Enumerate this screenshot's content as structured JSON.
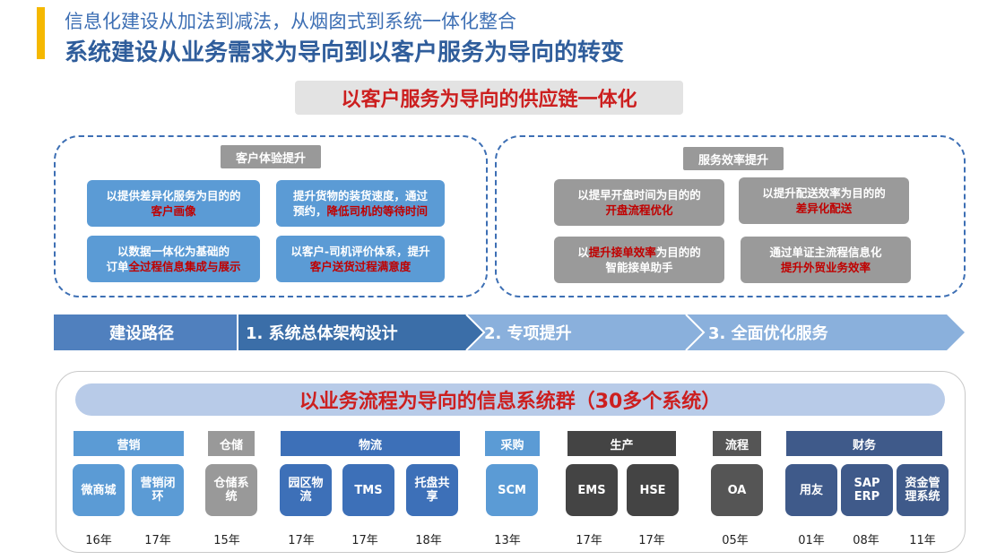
{
  "header": {
    "title_line1": "信息化建设从加法到减法，从烟囱式到系统一体化整合",
    "title_line2": "系统建设从业务需求为导向到以客户服务为导向的转变",
    "accent_color": "#f5b800"
  },
  "top_banner": "以客户服务为导向的供应链一体化",
  "panel_left": {
    "label": "客户体验提升",
    "tiles": [
      {
        "line1_a": "以提供差异化服务为目的的",
        "line1_b": "",
        "line2_a": "",
        "line2_b": "客户画像"
      },
      {
        "line1_a": "提升货物的装货速度，通过",
        "line1_b": "",
        "line2_a": "预约，",
        "line2_b": "降低司机的等待时间"
      },
      {
        "line1_a": "以数据一体化为基础的",
        "line1_b": "",
        "line2_a": "订单",
        "line2_b": "全过程信息集成与展示"
      },
      {
        "line1_a": "以客户-司机评价体系，提升",
        "line1_b": "",
        "line2_a": "",
        "line2_b": "客户送货过程满意度"
      }
    ]
  },
  "panel_right": {
    "label": "服务效率提升",
    "tiles": [
      {
        "line1_a": "以提早开盘时间为目的的",
        "line1_b": "",
        "line1_c": "",
        "line2_a": "",
        "line2_b": "开盘流程优化"
      },
      {
        "line1_a": "以提升配送效率为目的的",
        "line1_b": "",
        "line1_c": "",
        "line2_a": "",
        "line2_b": "差异化配送"
      },
      {
        "line1_a": "以",
        "line1_b": "提升接单效率",
        "line1_c": "为目的的",
        "line2_a": "智能接单助手",
        "line2_b": ""
      },
      {
        "line1_a": "通过单证主流程信息化",
        "line1_b": "",
        "line1_c": "",
        "line2_a": "",
        "line2_b": "提升外贸业务效率"
      }
    ]
  },
  "roadmap": {
    "start": "建设路径",
    "step1": "1. 系统总体架构设计",
    "step2": "2. 专项提升",
    "step3": "3. 全面优化服务"
  },
  "bottom_banner": "以业务流程为导向的信息系统群（30多个系统）",
  "categories": [
    {
      "label": "营销",
      "color": "#5b9bd5"
    },
    {
      "label": "仓储",
      "color": "#999999"
    },
    {
      "label": "物流",
      "color": "#3d70b8"
    },
    {
      "label": "采购",
      "color": "#5b9bd5"
    },
    {
      "label": "生产",
      "color": "#444444"
    },
    {
      "label": "流程",
      "color": "#555555"
    },
    {
      "label": "财务",
      "color": "#3f5a8a"
    }
  ],
  "systems": [
    {
      "label": "微商城",
      "year": "16年",
      "color": "#5b9bd5"
    },
    {
      "label": "营销闭环",
      "year": "17年",
      "color": "#5b9bd5"
    },
    {
      "label": "仓储系统",
      "year": "15年",
      "color": "#999999"
    },
    {
      "label": "园区物流",
      "year": "17年",
      "color": "#3d70b8"
    },
    {
      "label": "TMS",
      "year": "17年",
      "color": "#3d70b8"
    },
    {
      "label": "托盘共享",
      "year": "18年",
      "color": "#3d70b8"
    },
    {
      "label": "SCM",
      "year": "13年",
      "color": "#5b9bd5"
    },
    {
      "label": "EMS",
      "year": "17年",
      "color": "#444444"
    },
    {
      "label": "HSE",
      "year": "17年",
      "color": "#444444"
    },
    {
      "label": "OA",
      "year": "05年",
      "color": "#555555"
    },
    {
      "label": "用友",
      "year": "01年",
      "color": "#3f5a8a"
    },
    {
      "label": "SAP ERP",
      "year": "08年",
      "color": "#3f5a8a"
    },
    {
      "label": "资金管理系统",
      "year": "11年",
      "color": "#3f5a8a"
    }
  ]
}
